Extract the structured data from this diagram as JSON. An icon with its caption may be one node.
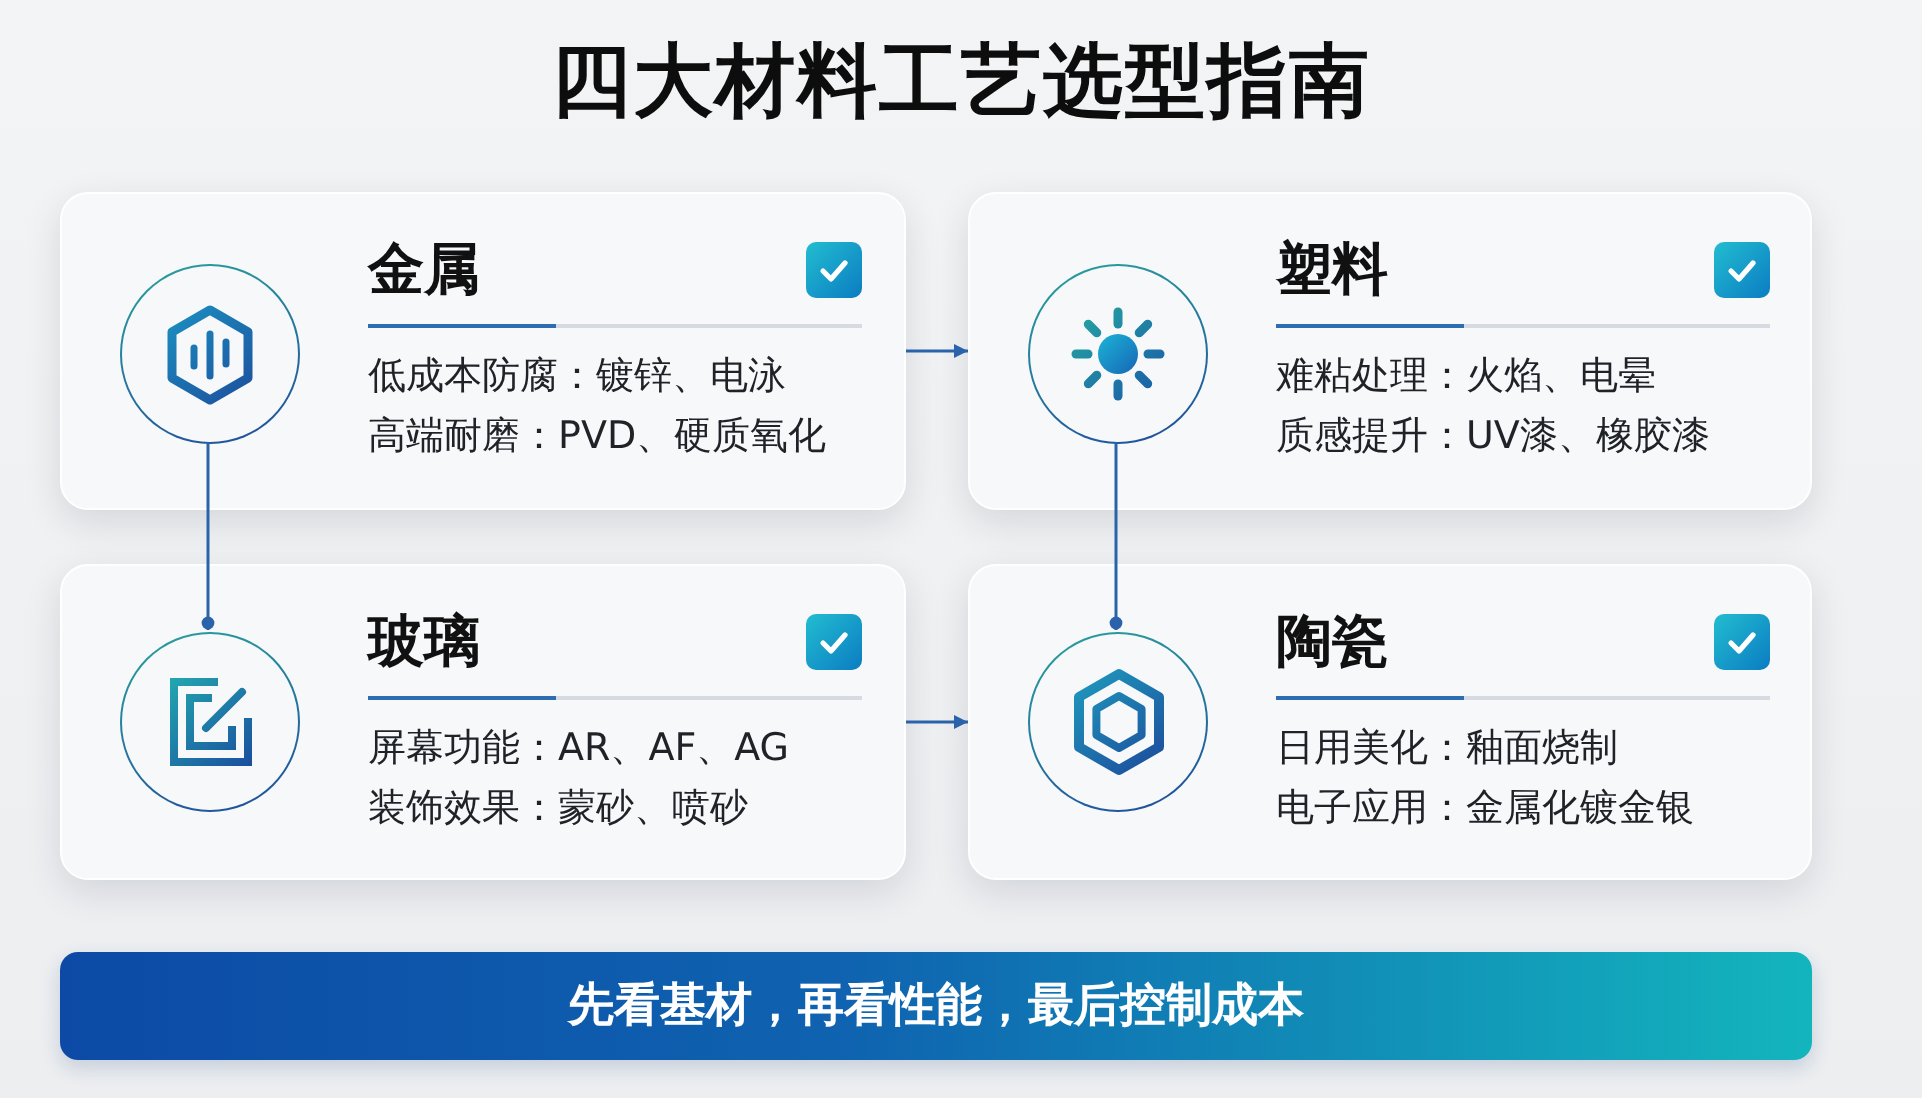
{
  "diagram": {
    "title": "四大材料工艺选型指南",
    "nodes": [
      {
        "text": [
          "金属",
          "低成本防腐：镀锌、电泳",
          "高端耐磨：PVD、硬质氧化"
        ]
      },
      {
        "text": [],
        "shape": "circle",
        "in": 0
      },
      {
        "text": [
          "塑料",
          "难粘处理：火焰、电晕",
          "质感提升：UV漆、橡胶漆"
        ]
      },
      {
        "text": [],
        "shape": "circle",
        "in": 2
      },
      {
        "text": [
          "玻璃",
          "屏幕功能：AR、AF、AG",
          "装饰效果：蒙砂、喷砂"
        ]
      },
      {
        "text": [],
        "shape": "circle",
        "in": 4
      },
      {
        "text": [
          "陶瓷",
          "日用美化：釉面烧制",
          "电子应用：金属化镀金银"
        ]
      },
      {
        "text": [],
        "shape": "circle",
        "in": 6
      },
      {
        "text": [
          "先看基材，再看性能，最后控制成本"
        ]
      }
    ],
    "edges": [
      {
        "from": 0,
        "to": 2,
        "arrow": "to"
      },
      {
        "from": 1,
        "to": 5,
        "arrow": "other"
      },
      {
        "from": 3,
        "to": 7,
        "arrow": "other"
      },
      {
        "from": 4,
        "to": 6,
        "arrow": "to"
      }
    ]
  }
}
